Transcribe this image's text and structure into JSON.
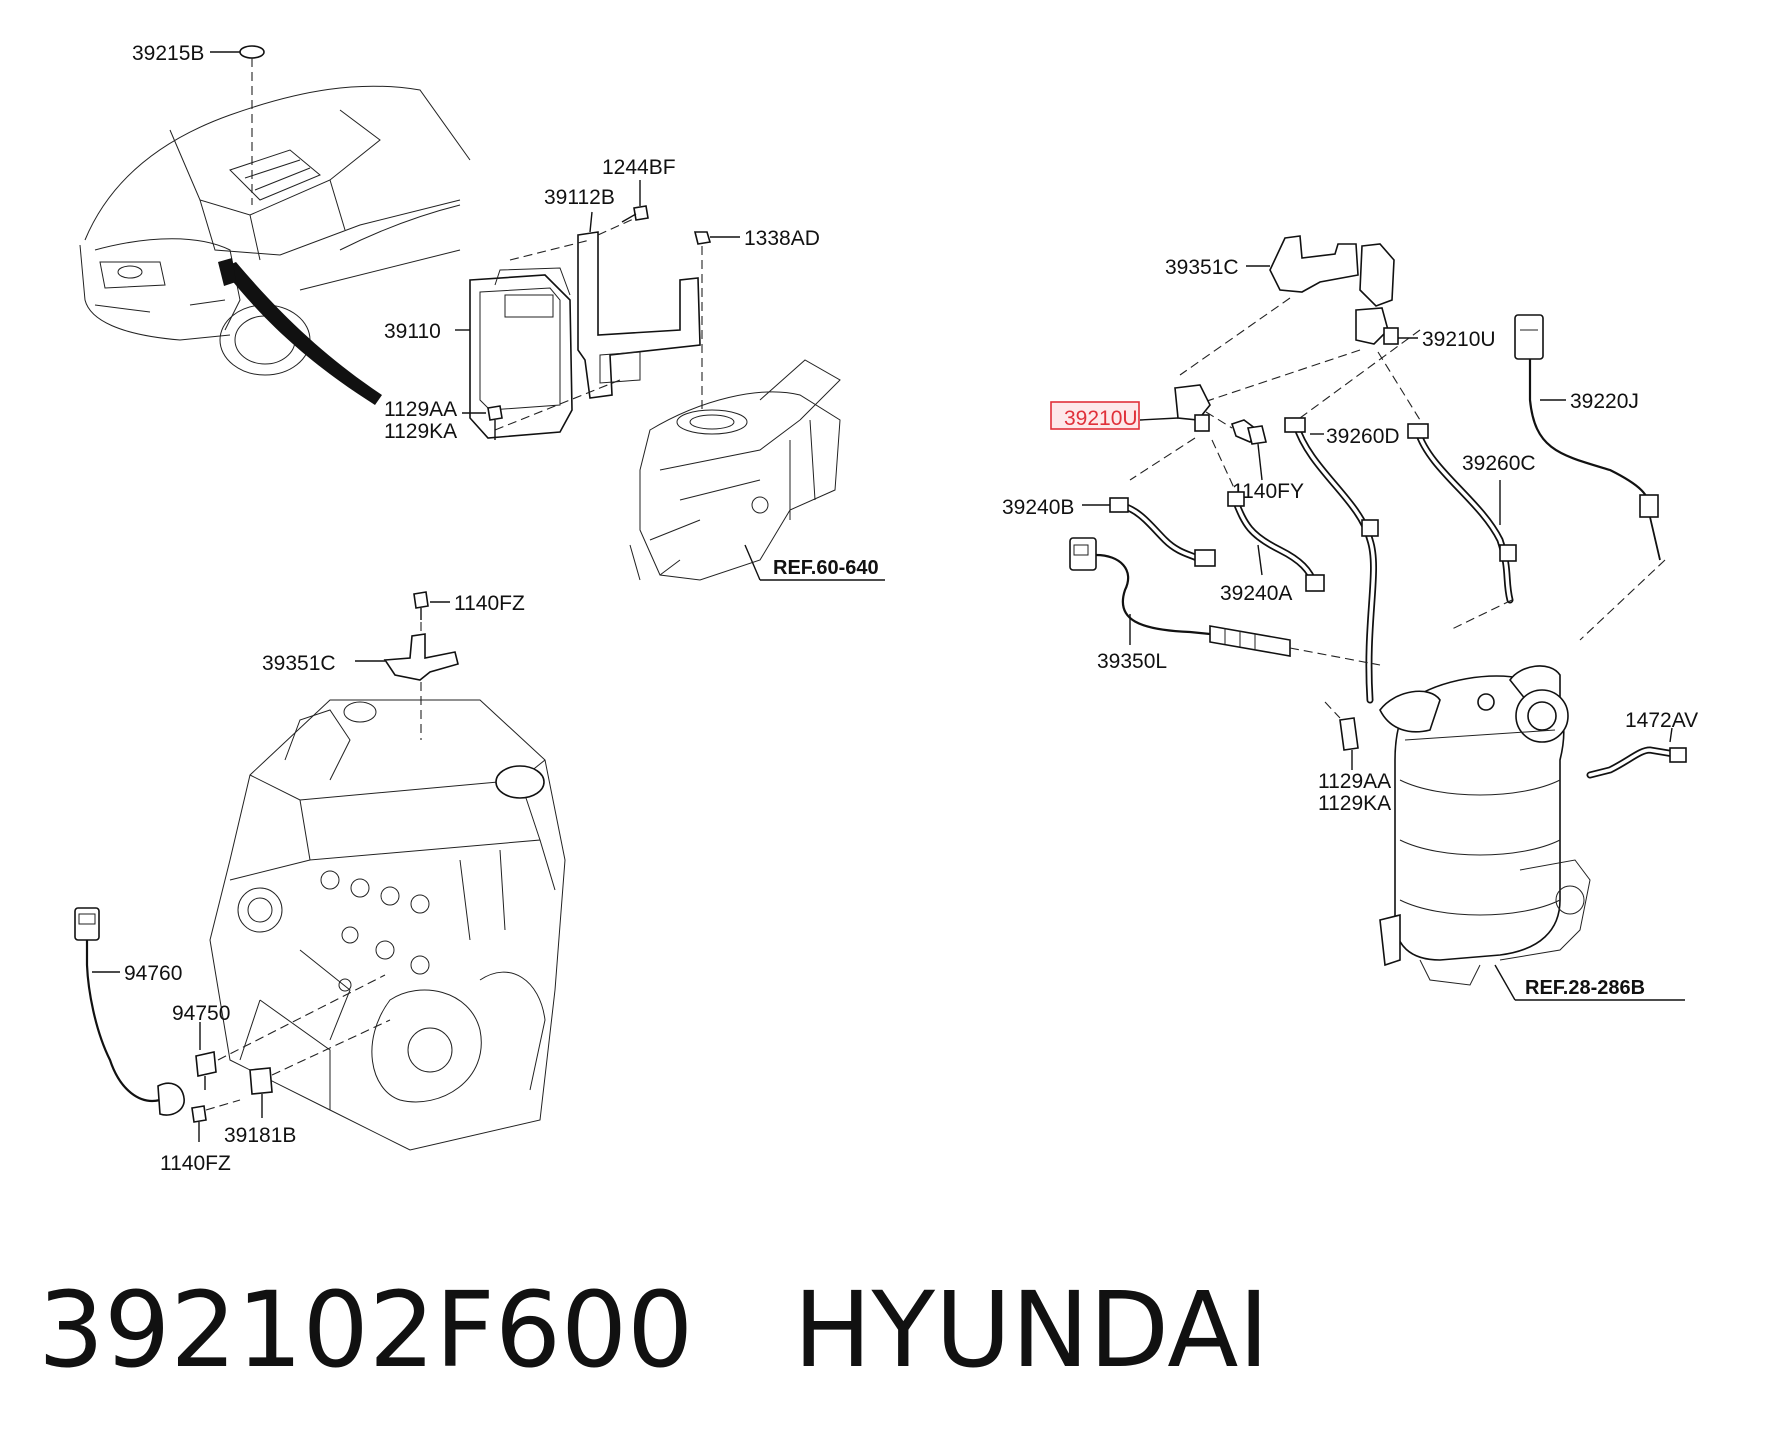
{
  "labels": {
    "l39215B": "39215B",
    "l1244BF": "1244BF",
    "l39112B": "39112B",
    "l1338AD": "1338AD",
    "l39110": "39110",
    "l1129AA_a": "1129AA",
    "l1129KA_a": "1129KA",
    "lREF60640": "REF.60-640",
    "l1140FZ_a": "1140FZ",
    "l39351C_a": "39351C",
    "l94760": "94760",
    "l94750": "94750",
    "l39181B": "39181B",
    "l1140FZ_b": "1140FZ",
    "l39351C_b": "39351C",
    "l39210U_a": "39210U",
    "l39220J": "39220J",
    "l39210U_b": "39210U",
    "l39260D": "39260D",
    "l1140FY": "1140FY",
    "l39260C": "39260C",
    "l39240B": "39240B",
    "l39240A": "39240A",
    "l39350L": "39350L",
    "l1472AV": "1472AV",
    "l1129AA_b": "1129AA",
    "l1129KA_b": "1129KA",
    "lREF28286B": "REF.28-286B"
  },
  "highlight_color": "#e0303a",
  "footer": {
    "part_number": "392102F600",
    "brand": "HYUNDAI"
  }
}
